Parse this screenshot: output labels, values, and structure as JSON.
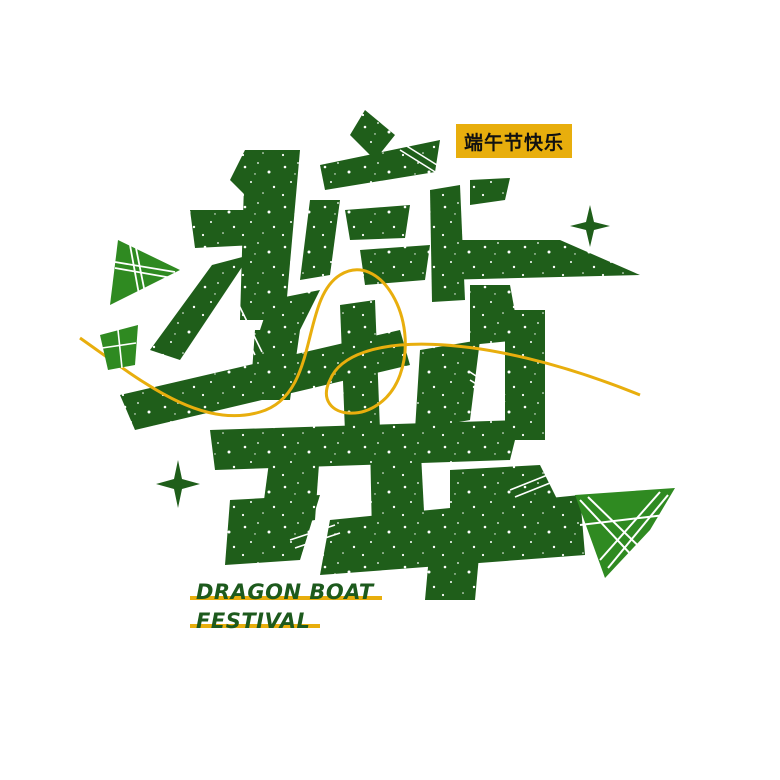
{
  "tagline_cn": "端午节快乐",
  "title_en": {
    "line1": "DRAGON BOAT",
    "line2": "FESTIVAL"
  },
  "colors": {
    "green_dark": "#1f5e1a",
    "green_light": "#2f8a21",
    "accent_yellow": "#e8ae0d",
    "white": "#ffffff"
  },
  "icons": [
    "zongzi-icon",
    "sparkle-icon"
  ]
}
